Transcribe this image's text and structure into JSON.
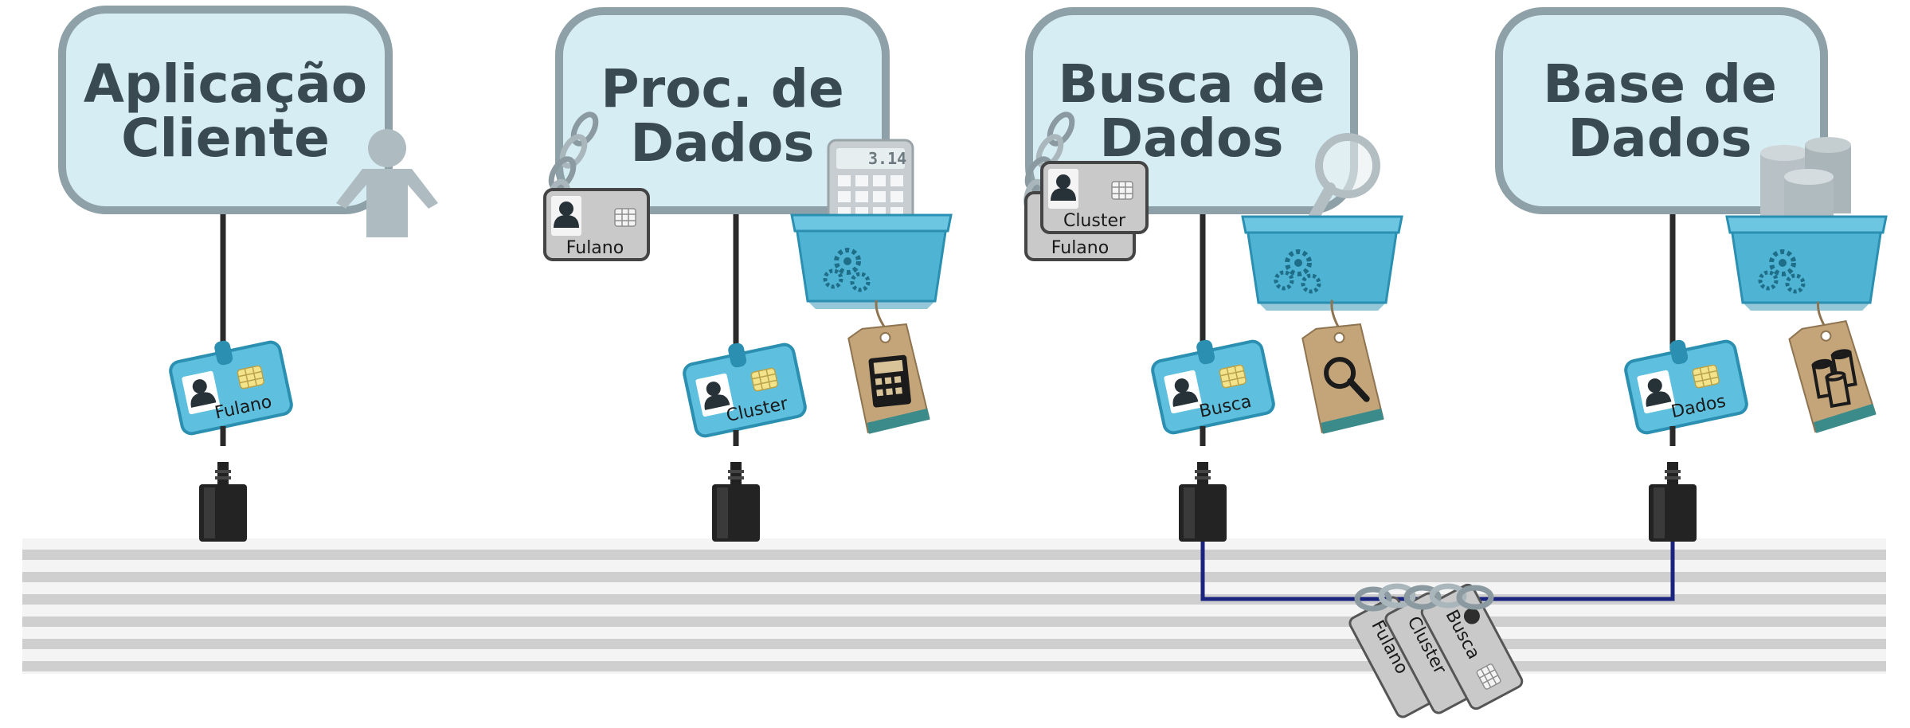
{
  "services": [
    {
      "id": "app",
      "title_lines": [
        "Aplicação",
        "Cliente"
      ],
      "badge_label": "Fulano"
    },
    {
      "id": "proc",
      "title_lines": [
        "Proc. de",
        "Dados"
      ],
      "badge_label": "Cluster",
      "chained_card": "Fulano",
      "tool_icon": "calculator-icon",
      "calc_display": "3.14"
    },
    {
      "id": "busca",
      "title_lines": [
        "Busca de",
        "Dados"
      ],
      "badge_label": "Busca",
      "chained_cards": [
        "Cluster",
        "Fulano"
      ],
      "tool_icon": "magnifier-icon"
    },
    {
      "id": "base",
      "title_lines": [
        "Base de",
        "Dados"
      ],
      "badge_label": "Dados",
      "tool_icon": "database-icon"
    }
  ],
  "bus_tags": [
    "Fulano",
    "Cluster",
    "Busca"
  ],
  "colors": {
    "box_fill": "#d6edf4",
    "box_stroke": "#8fa1a8",
    "title_text": "#3a4a52",
    "badge_fill": "#5ec0de",
    "badge_stroke": "#2a8fb0",
    "basket": "#4fb3d4",
    "tag_kraft": "#c4a57a",
    "tag_stripe": "#3c8b8b",
    "bus_stripe": "#cfcfcf",
    "connection_line": "#1a237e",
    "card_gray": "#c9c9c9"
  }
}
